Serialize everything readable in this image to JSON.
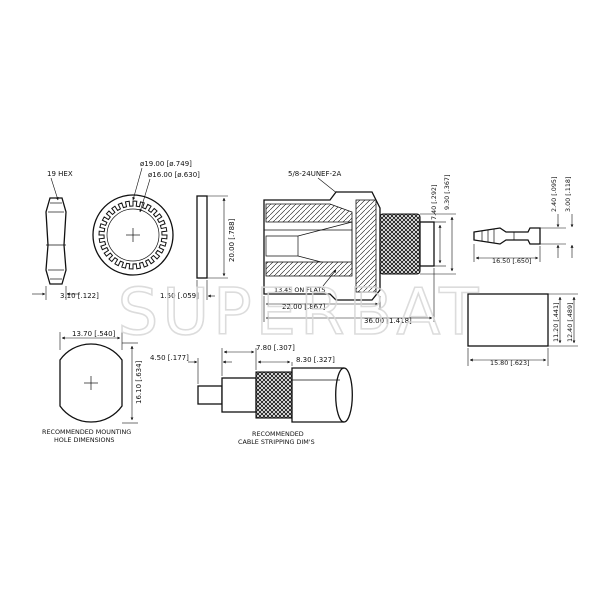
{
  "watermark": {
    "text": "SUPERBAT"
  },
  "hex_nut": {
    "label": "19 HEX",
    "thickness": "3.10 [.122]"
  },
  "lock_washer": {
    "outer_dia": "ø19.00 [ø.749]",
    "inner_dia": "ø16.00 [ø.630]",
    "thickness": "1.50 [.059]",
    "height": "20.00 [.788]"
  },
  "connector_body": {
    "thread": "5/8-24UNEF-2A",
    "across_flats": "13.45 ON FLATS",
    "length_a": "22.00 [.867]",
    "length_b": "36.00 [1.418]",
    "dia_a": "7.40 [.292]",
    "dia_b": "9.30 [.367]"
  },
  "contact_pin": {
    "length": "16.50 [.650]",
    "dia_a": "2.40 [.095]",
    "dia_b": "3.00 [.118]"
  },
  "crimp_ferrule": {
    "length": "15.80 [.623]",
    "dia_a": "11.20 [.441]",
    "dia_b": "12.40 [.489]"
  },
  "mounting_hole": {
    "width": "13.70 [.540]",
    "height": "16.10 [.634]",
    "caption_line1": "RECOMMENDED MOUNTING",
    "caption_line2": "HOLE DIMENSIONS"
  },
  "cable_stripping": {
    "dim_a": "4.50 [.177]",
    "dim_b": "7.80 [.307]",
    "dim_c": "8.30 [.327]",
    "caption_line1": "RECOMMENDED",
    "caption_line2": "CABLE STRIPPING DIM'S"
  }
}
